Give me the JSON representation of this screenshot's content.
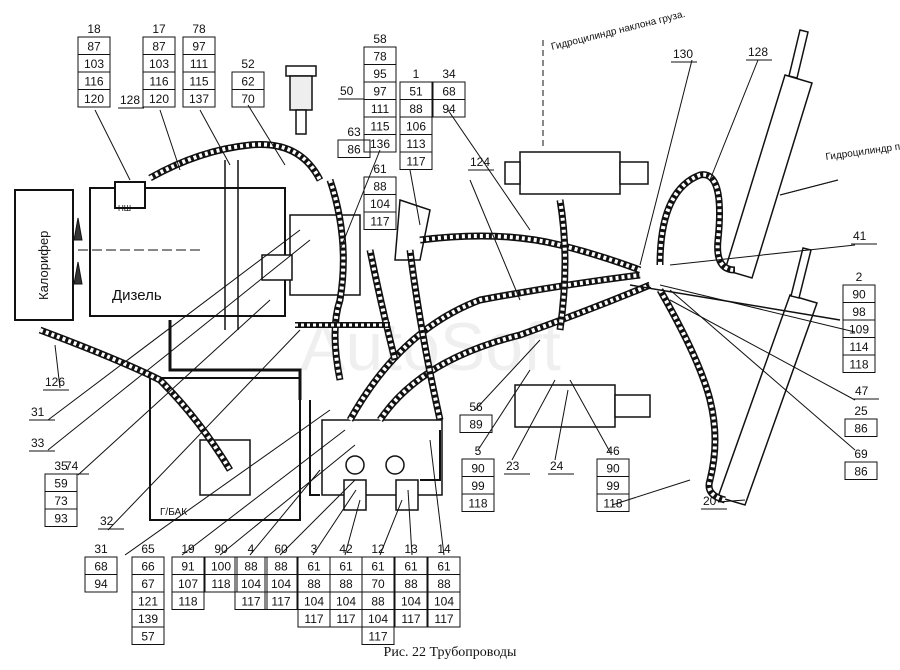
{
  "caption": "Рис. 22 Трубопроводы",
  "watermark": "AutoSoft",
  "labels": {
    "radiator": "Калорифер",
    "diesel": "Дизель",
    "nsh": "НШ",
    "tank": "Г/БАК",
    "cyl_tilt": "Гидроцилиндр наклона груза.",
    "cyl_lift": "Гидроцилиндр подъёма груза."
  },
  "callouts": [
    {
      "id": "c-18",
      "lines": [
        "18",
        "87",
        "103",
        "116",
        "120"
      ]
    },
    {
      "id": "c-17",
      "lines": [
        "17",
        "87",
        "103",
        "116",
        "120"
      ]
    },
    {
      "id": "c-78",
      "lines": [
        "78",
        "97",
        "111",
        "115",
        "137"
      ]
    },
    {
      "id": "c-52",
      "lines": [
        "52",
        "62",
        "70"
      ]
    },
    {
      "id": "c-58",
      "lines": [
        "58",
        "78",
        "95",
        "97",
        "111",
        "115",
        "136"
      ]
    },
    {
      "id": "c-1",
      "lines": [
        "1",
        "51",
        "88",
        "106",
        "113",
        "117"
      ]
    },
    {
      "id": "c-34",
      "lines": [
        "34",
        "68",
        "94"
      ]
    },
    {
      "id": "c-2",
      "lines": [
        "2",
        "90",
        "98",
        "109",
        "114",
        "118"
      ]
    },
    {
      "id": "c-61",
      "lines": [
        "61",
        "88",
        "104",
        "117"
      ]
    },
    {
      "id": "c-63",
      "lines": [
        "63",
        "86"
      ]
    },
    {
      "id": "c-31",
      "lines": [
        "31",
        "68",
        "94"
      ]
    },
    {
      "id": "c-35",
      "lines": [
        "35",
        "59",
        "73",
        "93"
      ]
    },
    {
      "id": "c-65",
      "lines": [
        "65",
        "66",
        "67",
        "121",
        "139",
        "57"
      ]
    },
    {
      "id": "c-19",
      "lines": [
        "19",
        "91",
        "107",
        "118"
      ]
    },
    {
      "id": "c-90",
      "lines": [
        "90",
        "100",
        "118"
      ]
    },
    {
      "id": "c-4",
      "lines": [
        "4",
        "88",
        "104",
        "117"
      ]
    },
    {
      "id": "c-60",
      "lines": [
        "60",
        "88",
        "104",
        "117"
      ]
    },
    {
      "id": "c-3",
      "lines": [
        "3",
        "61",
        "88",
        "104",
        "117"
      ]
    },
    {
      "id": "c-42",
      "lines": [
        "42",
        "61",
        "88",
        "104",
        "117"
      ]
    },
    {
      "id": "c-12",
      "lines": [
        "12",
        "61",
        "70",
        "88",
        "104",
        "117"
      ]
    },
    {
      "id": "c-13",
      "lines": [
        "13",
        "61",
        "88",
        "104",
        "117"
      ]
    },
    {
      "id": "c-14",
      "lines": [
        "14",
        "61",
        "88",
        "104",
        "117"
      ]
    },
    {
      "id": "c-56",
      "lines": [
        "56",
        "89"
      ]
    },
    {
      "id": "c-5",
      "lines": [
        "5",
        "90",
        "99",
        "118"
      ]
    },
    {
      "id": "c-46",
      "lines": [
        "46",
        "90",
        "99",
        "118"
      ]
    },
    {
      "id": "c-25",
      "lines": [
        "25",
        "86"
      ]
    },
    {
      "id": "c-69",
      "lines": [
        "69",
        "86"
      ]
    }
  ],
  "single_labels": [
    "50",
    "128",
    "124",
    "130",
    "128",
    "41",
    "47",
    "126",
    "31",
    "33",
    "74",
    "32",
    "23",
    "24",
    "20"
  ]
}
